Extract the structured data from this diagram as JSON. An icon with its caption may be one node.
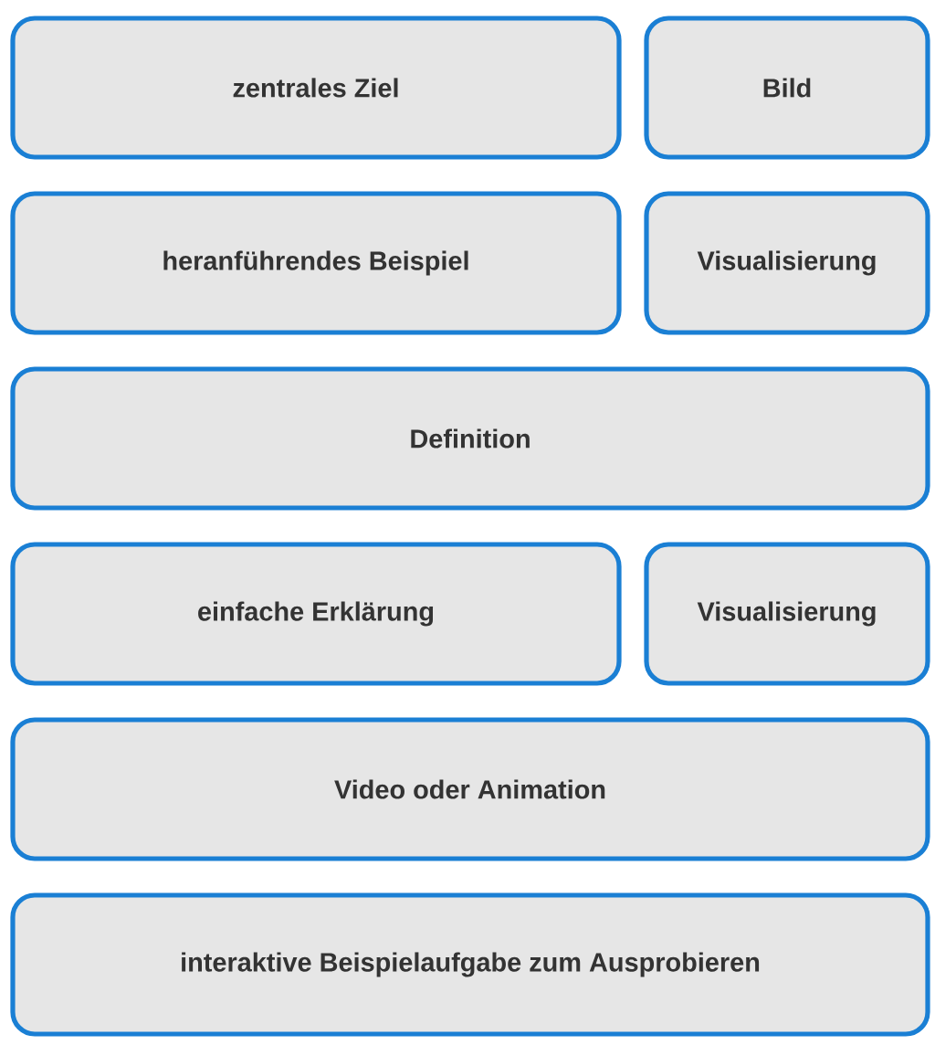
{
  "diagram": {
    "nodes": [
      {
        "text": [
          "zentrales Ziel"
        ]
      },
      {
        "text": [
          "Bild"
        ]
      },
      {
        "text": [
          "heranführendes Beispiel"
        ]
      },
      {
        "text": [
          "Visualisierung"
        ]
      },
      {
        "text": [
          "Definition"
        ]
      },
      {
        "text": [
          "einfache Erklärung"
        ]
      },
      {
        "text": [
          "Visualisierung"
        ]
      },
      {
        "text": [
          "Video oder Animation"
        ]
      },
      {
        "text": [
          "interaktive Beispielaufgabe zum Ausprobieren"
        ]
      }
    ]
  }
}
